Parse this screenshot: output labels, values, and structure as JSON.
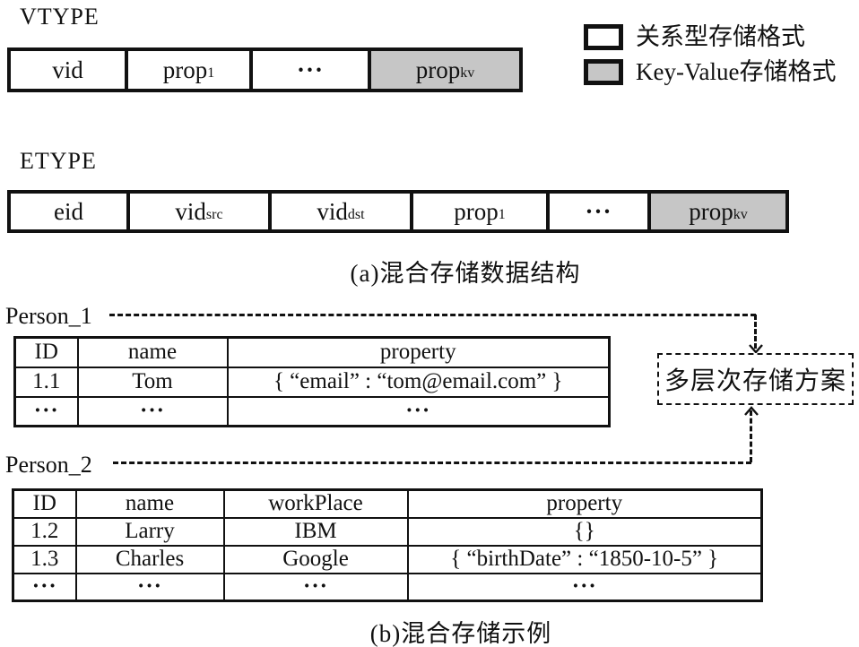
{
  "colors": {
    "kv_fill": "#c6c6c6",
    "relational_fill": "#ffffff",
    "line": "#111111"
  },
  "vtype": {
    "title": "VTYPE",
    "cells": [
      {
        "text": "vid",
        "sub": ""
      },
      {
        "text": "prop",
        "sub": "1"
      },
      {
        "text": "···",
        "sub": ""
      },
      {
        "text": "prop",
        "sub": "kv"
      }
    ]
  },
  "etype": {
    "title": "ETYPE",
    "cells": [
      {
        "text": "eid",
        "sub": ""
      },
      {
        "text": "vid",
        "sub": "src"
      },
      {
        "text": "vid",
        "sub": "dst"
      },
      {
        "text": "prop",
        "sub": "1"
      },
      {
        "text": "···",
        "sub": ""
      },
      {
        "text": "prop",
        "sub": "kv"
      }
    ]
  },
  "legend": {
    "items": [
      {
        "label": "关系型存储格式"
      },
      {
        "label": "Key-Value存储格式"
      }
    ]
  },
  "caption_a": "(a)混合存储数据结构",
  "caption_b": "(b)混合存储示例",
  "scheme_box": {
    "label": "多层次存储方案"
  },
  "person1": {
    "title": "Person_1",
    "headers": [
      "ID",
      "name",
      "property"
    ],
    "rows": [
      [
        "1.1",
        "Tom",
        "{ “email” : “tom@email.com” }"
      ],
      [
        "···",
        "···",
        "···"
      ]
    ]
  },
  "person2": {
    "title": "Person_2",
    "headers": [
      "ID",
      "name",
      "workPlace",
      "property"
    ],
    "rows": [
      [
        "1.2",
        "Larry",
        "IBM",
        "{}"
      ],
      [
        "1.3",
        "Charles",
        "Google",
        "{ “birthDate” : “1850-10-5” }"
      ],
      [
        "···",
        "···",
        "···",
        "···"
      ]
    ]
  }
}
